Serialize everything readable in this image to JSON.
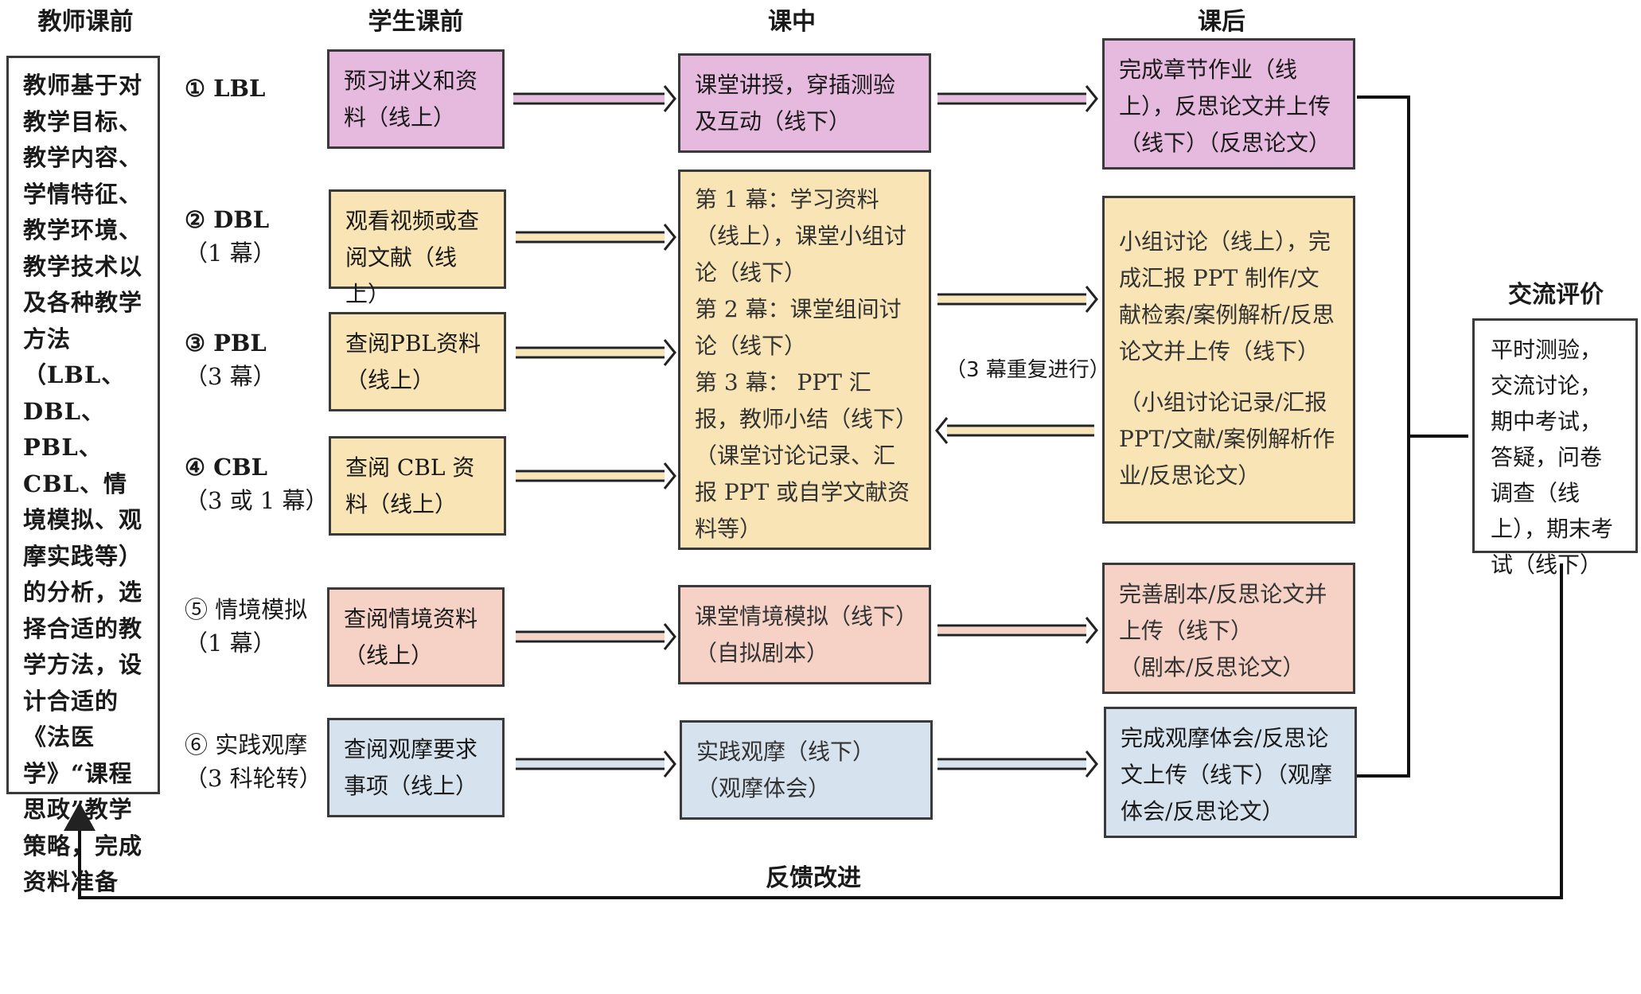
{
  "headers": {
    "teacher_pre": "教师课前",
    "student_pre": "学生课前",
    "in_class": "课中",
    "after_class": "课后"
  },
  "teacher_box": "教师基于对教学目标、教学内容、学情特征、教学环境、教学技术以及各种教学方法（LBL、DBL、PBL、CBL、情境模拟、观摩实践等）的分析，选择合适的教学方法，设计合适的《法医学》“课程思政”教学策略，完成资料准备",
  "methods": [
    {
      "label": "① LBL",
      "sub": ""
    },
    {
      "label": "② DBL",
      "sub": "（1 幕）"
    },
    {
      "label": "③ PBL",
      "sub": "（3 幕）"
    },
    {
      "label": "④ CBL",
      "sub": "（3 或 1 幕）"
    },
    {
      "label": "⑤ 情境模拟",
      "sub": "（1 幕）"
    },
    {
      "label": "⑥ 实践观摩",
      "sub": "（3 科轮转）"
    }
  ],
  "student_pre": [
    "预习讲义和资料（线上）",
    "观看视频或查阅文献（线上）",
    "查阅PBL资料（线上）",
    "查阅 CBL 资料（线上）",
    "查阅情境资料（线上）",
    "查阅观摩要求事项（线上）"
  ],
  "in_class": {
    "lbl": "课堂讲授，穿插测验及互动（线下）",
    "shared_1": "第 1 幕：学习资料（线上），课堂小组讨论（线下）",
    "shared_2": "第 2 幕：课堂组间讨论（线下）",
    "shared_3": "第 3 幕： PPT 汇报，教师小结（线下）",
    "shared_note": "（课堂讨论记录、汇报 PPT 或自学文献资料等）",
    "sim": "课堂情境模拟（线下）",
    "sim_note": "（自拟剧本）",
    "practice": "实践观摩（线下）",
    "practice_note": "（观摩体会）"
  },
  "repeat_note": "（3 幕重复进行）",
  "after_class": {
    "lbl": "完成章节作业（线上），反思论文并上传（线下）（反思论文）",
    "shared_main": "小组讨论（线上），完成汇报 PPT 制作/文献检索/案例解析/反思论文并上传（线下）",
    "shared_note": "（小组讨论记录/汇报PPT/文献/案例解析作业/反思论文）",
    "sim_main": "完善剧本/反思论文并上传（线下）",
    "sim_note": "（剧本/反思论文）",
    "practice": "完成观摩体会/反思论文上传（线下）（观摩体会/反思论文）"
  },
  "evaluation": {
    "title": "交流评价",
    "text": "平时测验，交流讨论，期中考试，答疑，问卷调查（线上），期末考试（线下）"
  },
  "feedback": "反馈改进",
  "colors": {
    "pink": "#e6b9de",
    "yellow": "#f8e4b4",
    "salmon": "#f6d2c6",
    "blue": "#d6e2ee"
  }
}
